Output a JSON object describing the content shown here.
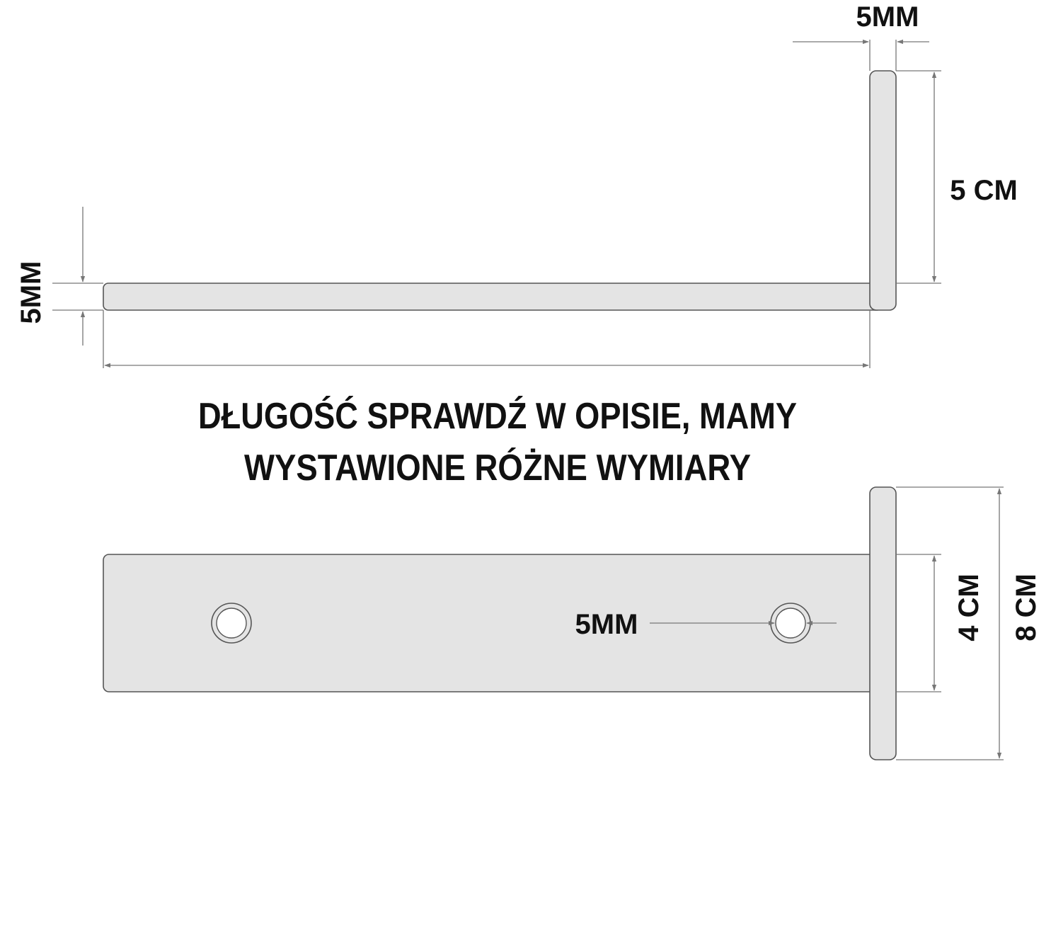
{
  "heading": {
    "line1": "DŁUGOŚĆ SPRAWDŹ W OPISIE, MAMY",
    "line2": "WYSTAWIONE RÓŻNE WYMIARY"
  },
  "side_view": {
    "top_thickness_label": "5MM",
    "left_thickness_label": "5MM",
    "upright_height_label": "5 CM"
  },
  "top_view": {
    "hole_diameter_label": "5MM",
    "plate_width_label": "4 CM",
    "flange_height_label": "8 CM"
  },
  "colors": {
    "part_fill": "#e4e4e4",
    "outline": "#555555",
    "dimension_line": "#777777",
    "text": "#111111"
  }
}
